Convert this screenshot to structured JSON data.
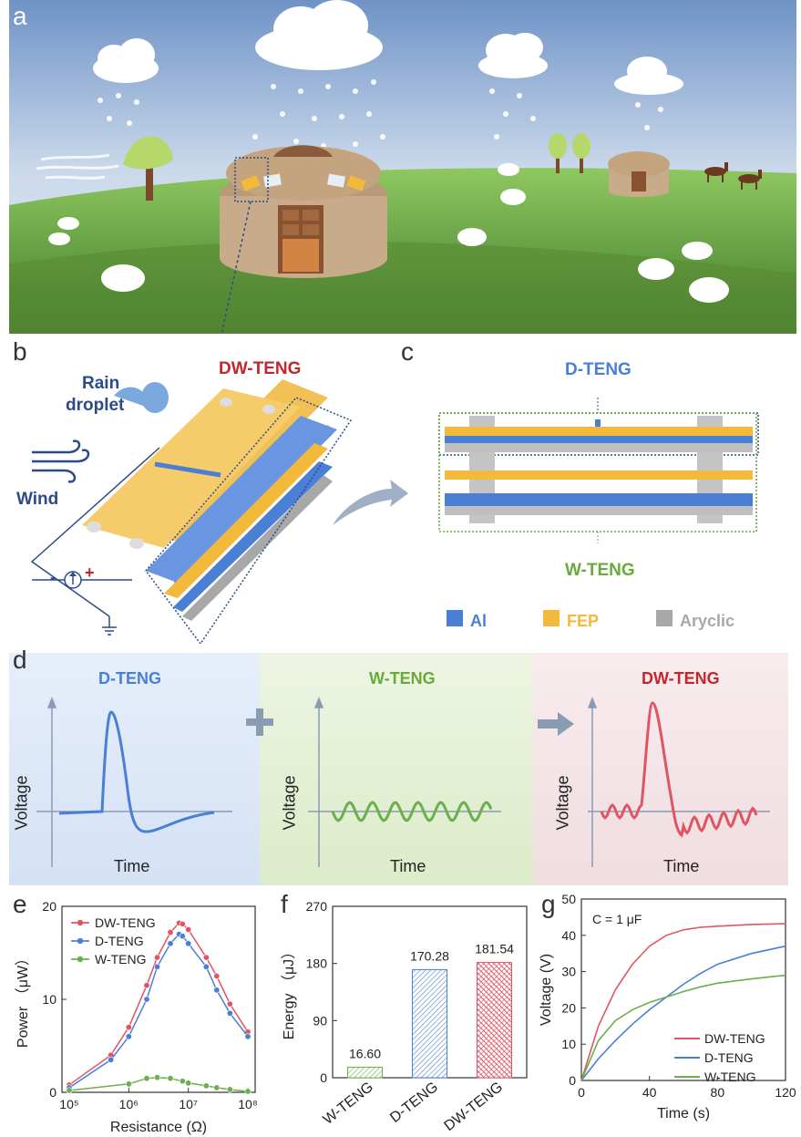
{
  "panels": {
    "a": "a",
    "b": "b",
    "c": "c",
    "d": "d",
    "e": "e",
    "f": "f",
    "g": "g"
  },
  "panel_b": {
    "rain_label_1": "Rain",
    "rain_label_2": "droplet",
    "wind_label": "Wind",
    "device_label": "DW-TENG",
    "minus": "-",
    "plus": "+"
  },
  "panel_c": {
    "top_label": "D-TENG",
    "bottom_label": "W-TENG",
    "legend": [
      {
        "name": "Al",
        "color": "#4a7fd6"
      },
      {
        "name": "FEP",
        "color": "#f2b93a"
      },
      {
        "name": "Aryclic",
        "color": "#a8a8a8"
      }
    ]
  },
  "panel_d": {
    "sections": [
      {
        "title": "D-TENG",
        "color": "#4a7fd6",
        "xlabel": "Time",
        "ylabel": "Voltage"
      },
      {
        "title": "W-TENG",
        "color": "#6aaa3a",
        "xlabel": "Time",
        "ylabel": "Voltage"
      },
      {
        "title": "DW-TENG",
        "color": "#c0282d",
        "xlabel": "Time",
        "ylabel": "Voltage"
      }
    ]
  },
  "colors": {
    "dw": "#e05563",
    "d": "#4a7fd6",
    "w": "#6ab04c",
    "axis": "#333333"
  },
  "chart_data": [
    {
      "id": "e",
      "type": "line",
      "xlabel": "Resistance (Ω)",
      "ylabel": "Power （μW）",
      "xscale": "log",
      "xlim": [
        100000,
        100000000
      ],
      "ylim": [
        0,
        20
      ],
      "xticks": [
        "10⁵",
        "10⁶",
        "10⁷",
        "10⁸"
      ],
      "yticks": [
        "0",
        "10",
        "20"
      ],
      "legend_position": "top-left",
      "series": [
        {
          "name": "DW-TENG",
          "x": [
            100000,
            500000,
            1000000,
            2000000,
            3000000,
            5000000,
            7000000,
            8000000,
            10000000,
            20000000,
            30000000,
            50000000,
            100000000
          ],
          "y": [
            0.8,
            4.0,
            7.0,
            11.5,
            14.5,
            17.2,
            18.2,
            18.1,
            17.5,
            14.5,
            12.5,
            9.5,
            6.5
          ]
        },
        {
          "name": "D-TENG",
          "x": [
            100000,
            500000,
            1000000,
            2000000,
            3000000,
            5000000,
            7000000,
            8000000,
            10000000,
            20000000,
            30000000,
            50000000,
            100000000
          ],
          "y": [
            0.5,
            3.5,
            6.0,
            10.0,
            13.5,
            16.0,
            17.0,
            16.8,
            16.0,
            13.5,
            11.0,
            8.5,
            6.0
          ]
        },
        {
          "name": "W-TENG",
          "x": [
            100000,
            1000000,
            2000000,
            3000000,
            5000000,
            8000000,
            10000000,
            20000000,
            30000000,
            50000000,
            100000000
          ],
          "y": [
            0.2,
            0.9,
            1.5,
            1.6,
            1.5,
            1.2,
            1.0,
            0.7,
            0.5,
            0.3,
            0.1
          ]
        }
      ]
    },
    {
      "id": "f",
      "type": "bar",
      "ylabel": "Energy （μJ）",
      "ylim": [
        0,
        270
      ],
      "yticks": [
        "0",
        "90",
        "180",
        "270"
      ],
      "categories": [
        "W-TENG",
        "D-TENG",
        "DW-TENG"
      ],
      "values": [
        16.6,
        170.28,
        181.54
      ],
      "value_labels": [
        "16.60",
        "170.28",
        "181.54"
      ]
    },
    {
      "id": "g",
      "type": "line",
      "xlabel": "Time (s)",
      "ylabel": "Voltage (V)",
      "xlim": [
        0,
        120
      ],
      "ylim": [
        0,
        50
      ],
      "xticks": [
        "0",
        "40",
        "80",
        "120"
      ],
      "yticks": [
        "0",
        "10",
        "20",
        "30",
        "40",
        "50"
      ],
      "annotation": "C = 1 μF",
      "legend_position": "bottom-right",
      "series": [
        {
          "name": "DW-TENG",
          "x": [
            0,
            10,
            20,
            30,
            40,
            50,
            60,
            70,
            80,
            100,
            120
          ],
          "y": [
            0,
            15,
            25,
            32,
            37,
            40,
            41.5,
            42.2,
            42.5,
            43,
            43.2
          ]
        },
        {
          "name": "D-TENG",
          "x": [
            0,
            10,
            20,
            30,
            40,
            50,
            60,
            70,
            80,
            100,
            120
          ],
          "y": [
            0,
            6,
            11,
            15.5,
            19.5,
            23,
            26.5,
            29.5,
            32,
            35,
            37
          ]
        },
        {
          "name": "W-TENG",
          "x": [
            0,
            10,
            20,
            30,
            40,
            50,
            60,
            70,
            80,
            100,
            120
          ],
          "y": [
            0,
            11,
            16.5,
            19.5,
            21.5,
            23,
            24.5,
            25.8,
            26.8,
            28,
            29
          ]
        }
      ]
    }
  ]
}
